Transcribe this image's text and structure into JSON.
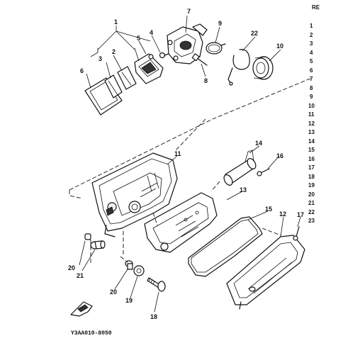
{
  "diagram": {
    "part_labels": [
      "1",
      "2",
      "3",
      "4",
      "5",
      "6",
      "7",
      "8",
      "9",
      "10",
      "11",
      "12",
      "13",
      "14",
      "15",
      "16",
      "17",
      "18",
      "19",
      "20",
      "20",
      "21",
      "22"
    ],
    "drawing_code": "Y3AA010-8050",
    "column_header": "RE",
    "ref_numbers": [
      "1",
      "2",
      "3",
      "4",
      "5",
      "6",
      "7",
      "8",
      "9",
      "10",
      "11",
      "12",
      "13",
      "14",
      "15",
      "16",
      "17",
      "18",
      "19",
      "20",
      "21",
      "22",
      "23"
    ]
  }
}
